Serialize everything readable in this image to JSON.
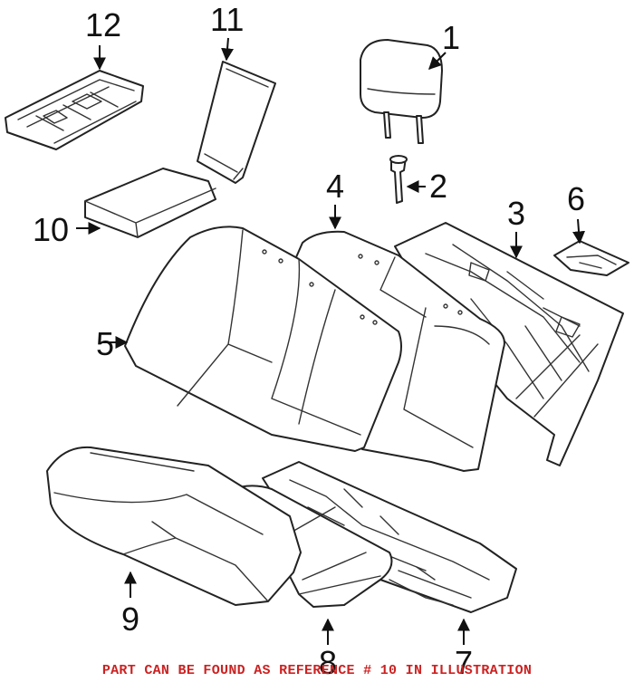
{
  "callouts": {
    "c1": "1",
    "c2": "2",
    "c3": "3",
    "c4": "4",
    "c5": "5",
    "c6": "6",
    "c7": "7",
    "c8": "8",
    "c9": "9",
    "c10": "10",
    "c11": "11",
    "c12": "12"
  },
  "footer_note": "PART CAN BE FOUND AS REFERENCE # 10 IN ILLUSTRATION",
  "colors": {
    "footer": "#cc2222",
    "line": "#222222"
  }
}
